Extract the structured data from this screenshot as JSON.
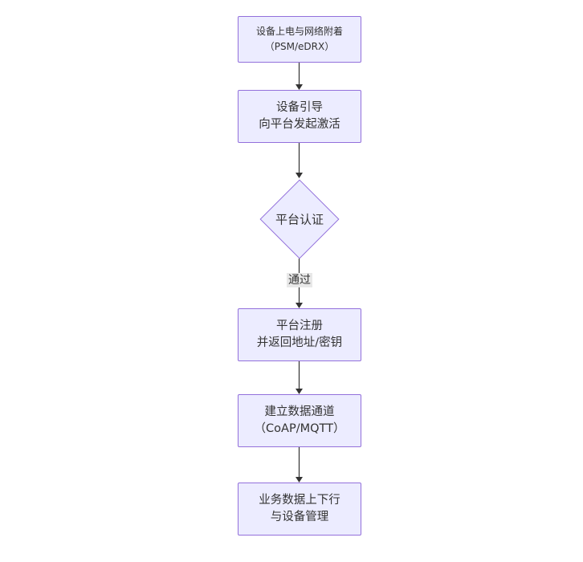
{
  "colors": {
    "canvas_bg": "#ffffff",
    "node_fill": "#ececff",
    "node_border": "#9370db",
    "edge_color": "#333333",
    "text_color": "#333333",
    "edge_label_bg": "#e8e8e8"
  },
  "diagram": {
    "type": "flowchart",
    "direction": "top-down",
    "nodes": [
      {
        "id": "A",
        "shape": "rect",
        "lines": [
          "设备上电与网络附着",
          "（PSM/eDRX）"
        ]
      },
      {
        "id": "B",
        "shape": "rect",
        "lines": [
          "设备引导",
          "向平台发起激活"
        ]
      },
      {
        "id": "C",
        "shape": "diamond",
        "lines": [
          "平台认证"
        ]
      },
      {
        "id": "D",
        "shape": "rect",
        "lines": [
          "平台注册",
          "并返回地址/密钥"
        ]
      },
      {
        "id": "E",
        "shape": "rect",
        "lines": [
          "建立数据通道",
          "（CoAP/MQTT）"
        ]
      },
      {
        "id": "F",
        "shape": "rect",
        "lines": [
          "业务数据上下行",
          "与设备管理"
        ]
      }
    ],
    "edges": [
      {
        "from": "A",
        "to": "B",
        "label": ""
      },
      {
        "from": "B",
        "to": "C",
        "label": ""
      },
      {
        "from": "C",
        "to": "D",
        "label": "通过"
      },
      {
        "from": "D",
        "to": "E",
        "label": ""
      },
      {
        "from": "E",
        "to": "F",
        "label": ""
      }
    ]
  }
}
